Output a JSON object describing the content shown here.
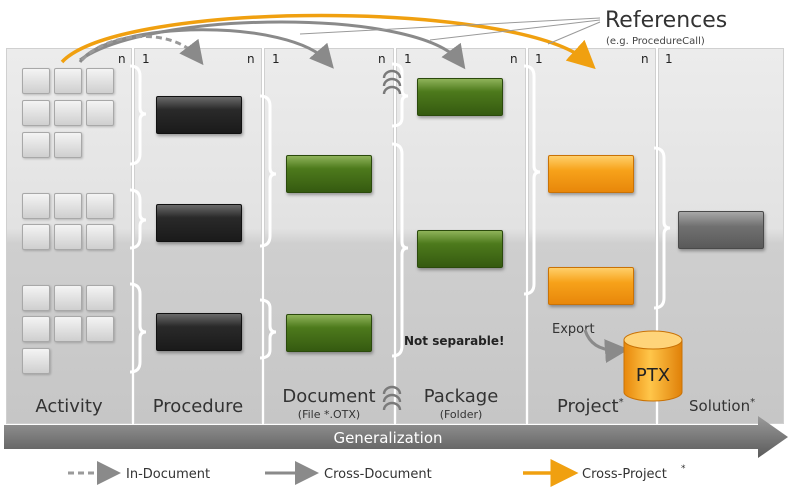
{
  "references": {
    "title": "References",
    "example": "(e.g. ProcedureCall)"
  },
  "columns": [
    {
      "label": "Activity",
      "sub": "",
      "left_mult": "",
      "right_mult": "n"
    },
    {
      "label": "Procedure",
      "sub": "",
      "left_mult": "1",
      "right_mult": "n"
    },
    {
      "label": "Document",
      "sub": "(File *.OTX)",
      "left_mult": "1",
      "right_mult": "n"
    },
    {
      "label": "Package",
      "sub": "(Folder)",
      "left_mult": "1",
      "right_mult": "n"
    },
    {
      "label": "Project",
      "label_star": "*",
      "sub": "",
      "left_mult": "1",
      "right_mult": "n"
    },
    {
      "label": "Solution",
      "label_star": "*",
      "sub": "",
      "left_mult": "1",
      "right_mult": ""
    }
  ],
  "not_separable": "Not separable!",
  "export": "Export",
  "ptx": "PTX",
  "generalization": "Generalization",
  "legend": {
    "in_document": "In-Document",
    "cross_document": "Cross-Document",
    "cross_project": "Cross-Project",
    "cross_project_star": "*"
  },
  "colors": {
    "cross_project": "#f0a010",
    "cross_document": "#8a8a8a",
    "in_document": "#9a9a9a",
    "green": "#4d7a1c",
    "orange": "#f7a21a"
  }
}
